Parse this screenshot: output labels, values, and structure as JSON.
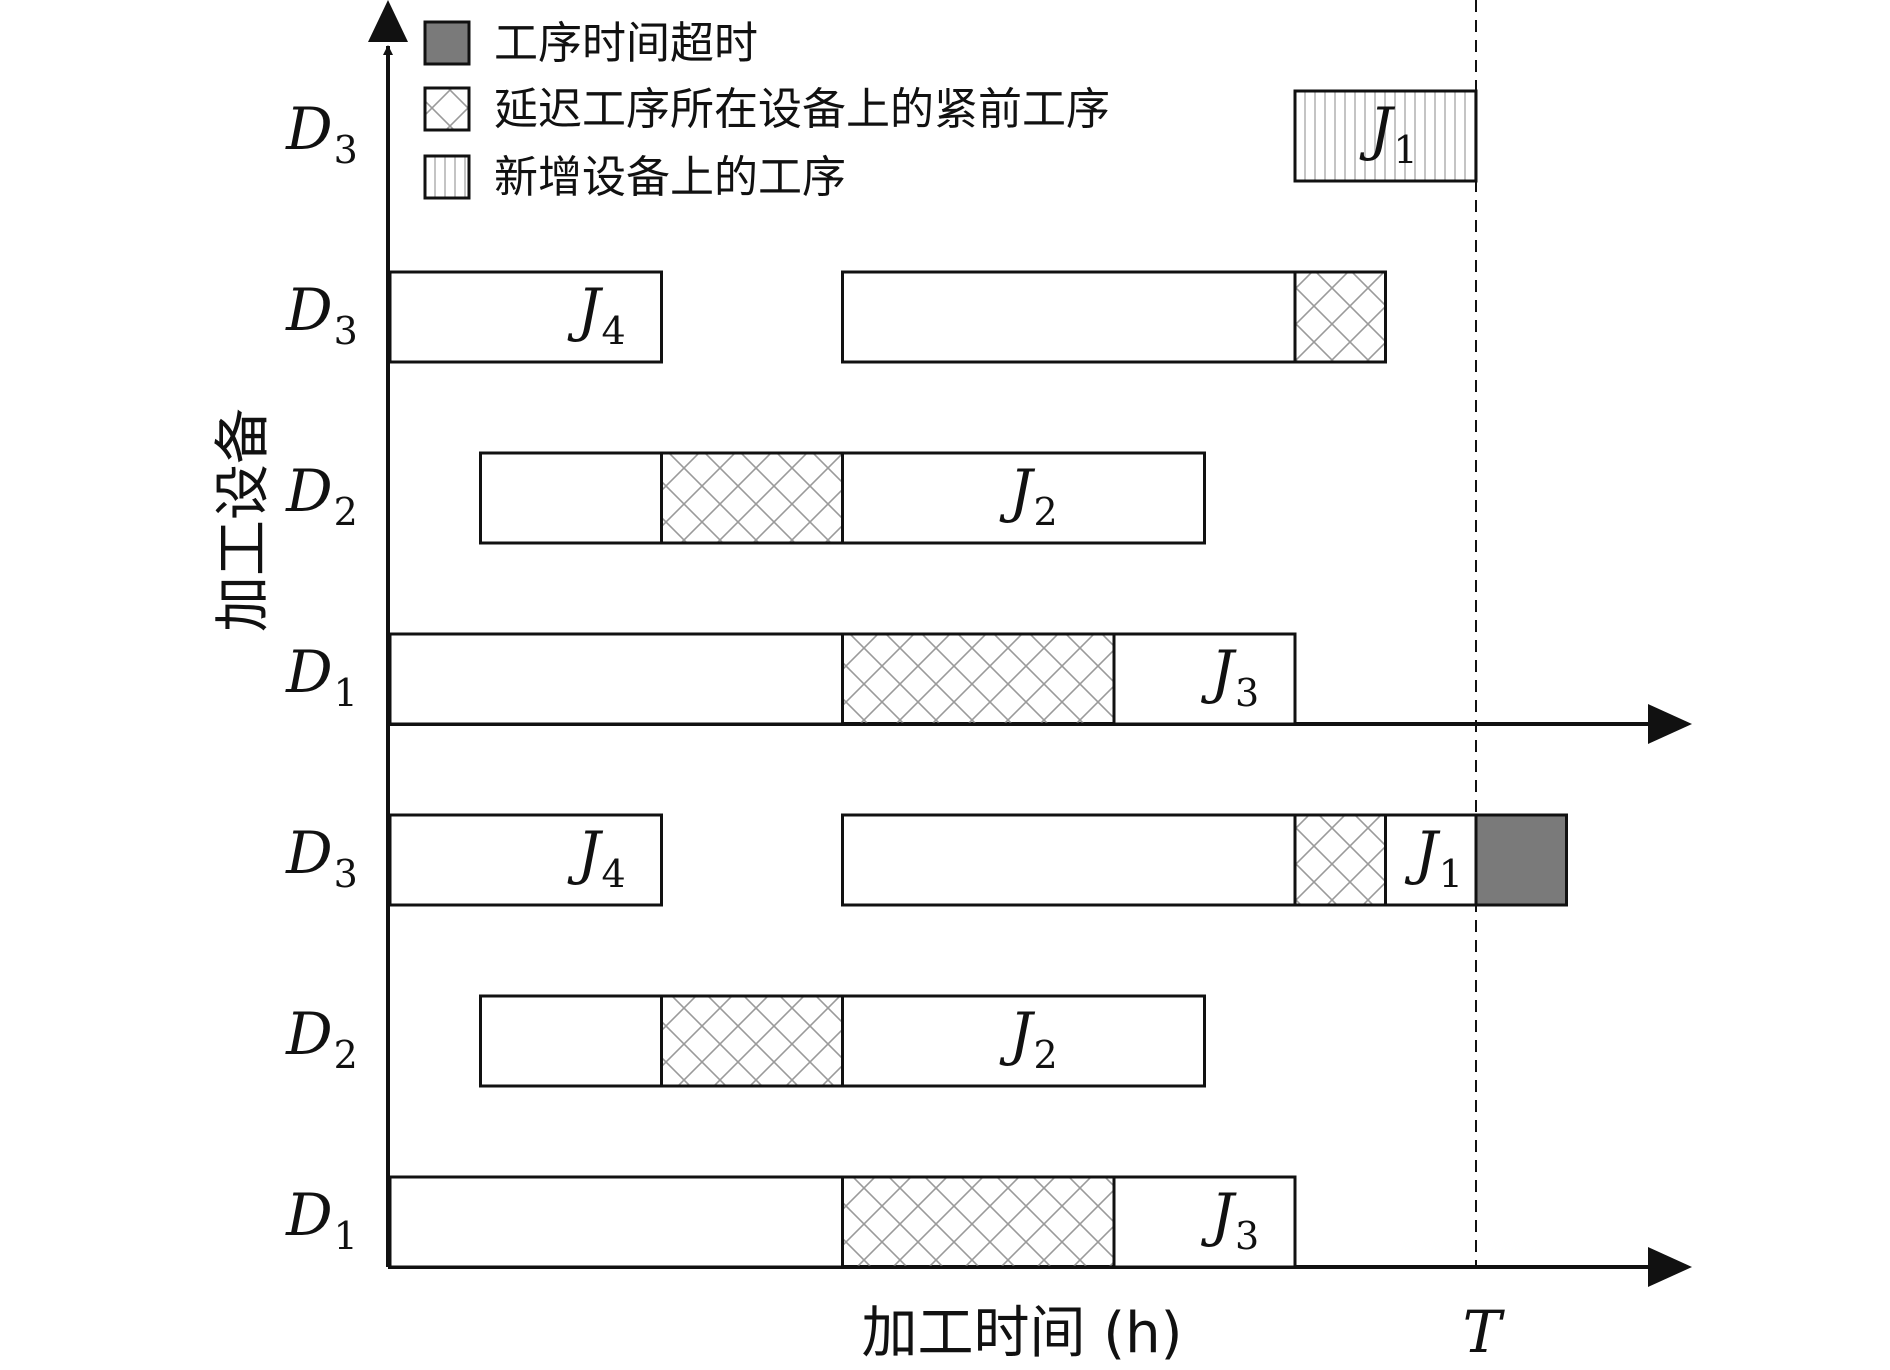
{
  "legend": [
    {
      "id": "overtime",
      "label": "工序时间超时",
      "swatch": "solid-gray"
    },
    {
      "id": "delayed-predecessor",
      "label": "延迟工序所在设备上的紧前工序",
      "swatch": "crosshatch"
    },
    {
      "id": "new-device-op",
      "label": "新增设备上的工序",
      "swatch": "vertical-lines"
    }
  ],
  "axes": {
    "y_title": "加工设备",
    "x_title": "加工时间 (h)",
    "deadline_label": {
      "main": "T",
      "sub": ""
    }
  },
  "colors": {
    "stroke": "#111111",
    "overtime_fill": "#7a7a7a",
    "hatch": "#9a9a9a",
    "stripe": "#b5b5b5"
  },
  "top_panel": {
    "rows": [
      {
        "label": {
          "main": "D",
          "sub": "3"
        },
        "segments": [
          {
            "start": 10,
            "end": 12,
            "type": "new",
            "label": {
              "main": "J",
              "sub": "1"
            }
          }
        ]
      },
      {
        "label": {
          "main": "D",
          "sub": "3"
        },
        "segments": [
          {
            "start": 0,
            "end": 3,
            "type": "plain",
            "label": {
              "main": "J",
              "sub": "4"
            }
          },
          {
            "start": 5,
            "end": 10,
            "type": "plain"
          },
          {
            "start": 10,
            "end": 11,
            "type": "hatch"
          }
        ]
      },
      {
        "label": {
          "main": "D",
          "sub": "2"
        },
        "segments": [
          {
            "start": 1,
            "end": 3,
            "type": "plain"
          },
          {
            "start": 3,
            "end": 5,
            "type": "hatch"
          },
          {
            "start": 5,
            "end": 9,
            "type": "plain",
            "label": {
              "main": "J",
              "sub": "2"
            }
          }
        ]
      },
      {
        "label": {
          "main": "D",
          "sub": "1"
        },
        "segments": [
          {
            "start": 0,
            "end": 5,
            "type": "plain"
          },
          {
            "start": 5,
            "end": 8,
            "type": "hatch"
          },
          {
            "start": 8,
            "end": 10,
            "type": "plain",
            "label": {
              "main": "J",
              "sub": "3"
            }
          }
        ]
      }
    ]
  },
  "bottom_panel": {
    "rows": [
      {
        "label": {
          "main": "D",
          "sub": "3"
        },
        "segments": [
          {
            "start": 0,
            "end": 3,
            "type": "plain",
            "label": {
              "main": "J",
              "sub": "4"
            }
          },
          {
            "start": 5,
            "end": 10,
            "type": "plain"
          },
          {
            "start": 10,
            "end": 11,
            "type": "hatch"
          },
          {
            "start": 11,
            "end": 12,
            "type": "plain",
            "label": {
              "main": "J",
              "sub": "1"
            }
          },
          {
            "start": 12,
            "end": 13,
            "type": "overtime"
          }
        ]
      },
      {
        "label": {
          "main": "D",
          "sub": "2"
        },
        "segments": [
          {
            "start": 1,
            "end": 3,
            "type": "plain"
          },
          {
            "start": 3,
            "end": 5,
            "type": "hatch"
          },
          {
            "start": 5,
            "end": 9,
            "type": "plain",
            "label": {
              "main": "J",
              "sub": "2"
            }
          }
        ]
      },
      {
        "label": {
          "main": "D",
          "sub": "1"
        },
        "segments": [
          {
            "start": 0,
            "end": 5,
            "type": "plain"
          },
          {
            "start": 5,
            "end": 8,
            "type": "hatch"
          },
          {
            "start": 8,
            "end": 10,
            "type": "plain",
            "label": {
              "main": "J",
              "sub": "3"
            }
          }
        ]
      }
    ]
  },
  "deadline": 12
}
